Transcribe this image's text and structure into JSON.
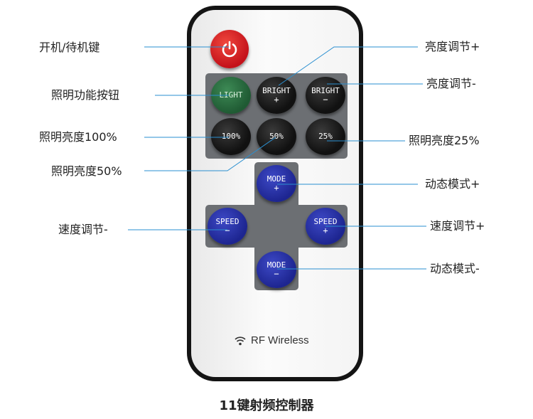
{
  "remote": {
    "power": {
      "icon": "power-icon"
    },
    "buttons": {
      "light": {
        "label": "LIGHT"
      },
      "bright_up": {
        "label": "BRIGHT",
        "sub": "+"
      },
      "bright_down": {
        "label": "BRIGHT",
        "sub": "−"
      },
      "p100": {
        "label": "100%"
      },
      "p50": {
        "label": "50%"
      },
      "p25": {
        "label": "25%"
      },
      "mode_up": {
        "label": "MODE",
        "sub": "+"
      },
      "mode_down": {
        "label": "MODE",
        "sub": "−"
      },
      "speed_down": {
        "label": "SPEED",
        "sub": "−"
      },
      "speed_up": {
        "label": "SPEED",
        "sub": "+"
      }
    },
    "brand": {
      "text": "RF Wireless",
      "icon": "wireless-signal-icon"
    }
  },
  "annotations": {
    "power": "开机/待机键",
    "light": "照明功能按钮",
    "p100": "照明亮度100%",
    "p50": "照明亮度50%",
    "speed_down": "速度调节-",
    "bright_up": "亮度调节+",
    "bright_down": "亮度调节-",
    "p25": "照明亮度25%",
    "mode_up": "动态模式+",
    "speed_up": "速度调节+",
    "mode_down": "动态模式-"
  },
  "caption": "11键射频控制器",
  "colors": {
    "leader": "#2a8fd0",
    "power": "#d81e24",
    "light": "#2a6e40",
    "mode_speed": "#2730a8",
    "bright_percent": "#1a1a1a",
    "panel": "#6c6f73"
  }
}
